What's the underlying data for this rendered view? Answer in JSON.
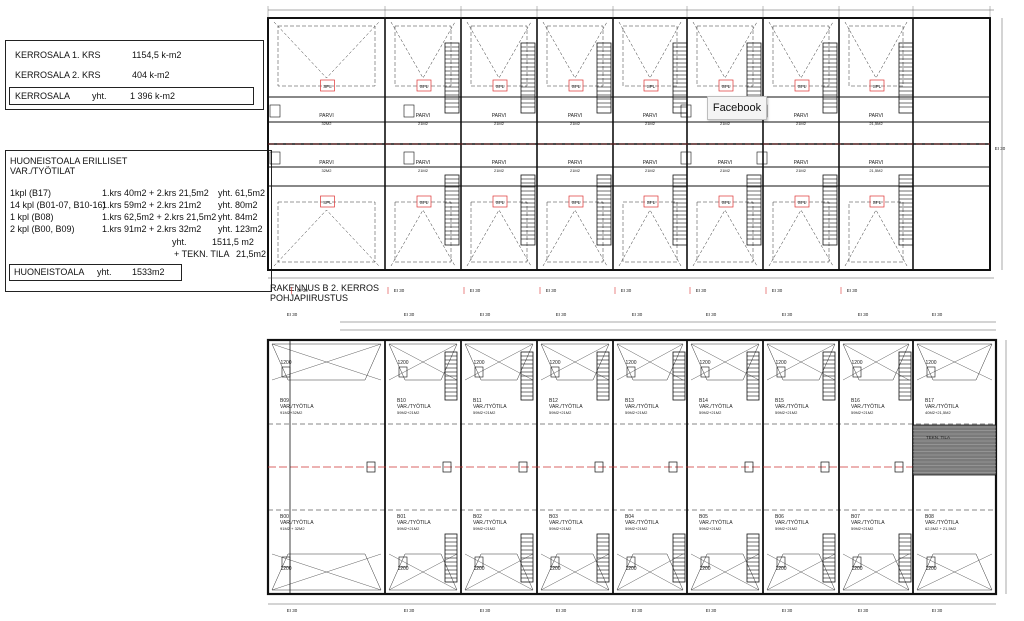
{
  "area_table": {
    "rows": [
      {
        "label": "KERROSALA 1. KRS",
        "value": "1154,5 k-m2"
      },
      {
        "label": "KERROSALA 2. KRS",
        "value": "404 k-m2"
      },
      {
        "label": "KERROSALA",
        "sub": "yht.",
        "value": "1 396 k-m2"
      }
    ]
  },
  "room_table": {
    "heading_1": "HUONEISTOALA  ERILLISET",
    "heading_2": "VAR./TYÖTILAT",
    "rows": [
      {
        "count": "1kpl  (B17)",
        "area": "1.krs  40m2 + 2.krs 21,5m2",
        "total": "yht.  61,5m2"
      },
      {
        "count": "14 kpl (B01-07, B10-16)",
        "area": "1.krs  59m2 + 2.krs 21m2",
        "total": "yht.  80m2"
      },
      {
        "count": "1 kpl  (B08)",
        "area": "1.krs  62,5m2 + 2.krs 21,5m2",
        "total": "yht.  84m2"
      },
      {
        "count": "2 kpl (B00, B09)",
        "area": "1.krs  91m2 + 2.krs 32m2",
        "total": "yht.  123m2"
      }
    ],
    "sum_label": "yht.",
    "sum_value": "1511,5 m2",
    "tech_label": "+   TEKN. TILA",
    "tech_value": "21,5m2",
    "total_label": "HUONEISTOALA",
    "total_sub": "yht.",
    "total_value": "1533m2"
  },
  "plan_title": {
    "line1": "RAKENNUS B  2. KERROS",
    "line2": "POHJAPIIRUSTUS"
  },
  "popup": {
    "label": "Facebook"
  },
  "upper_plan": {
    "parvi_label": "PARVI",
    "spl_label": "SPL",
    "top_units": [
      {
        "area": "32M2"
      },
      {
        "area": "21M2"
      },
      {
        "area": "21M2"
      },
      {
        "area": "21M2"
      },
      {
        "area": "21M2"
      },
      {
        "area": "21M2"
      },
      {
        "area": "21M2"
      },
      {
        "area": "21,5M2"
      }
    ],
    "bottom_units": [
      {
        "area": "32M2"
      },
      {
        "area": "21M2"
      },
      {
        "area": "21M2"
      },
      {
        "area": "21M2"
      },
      {
        "area": "21M2"
      },
      {
        "area": "21M2"
      },
      {
        "area": "21M2"
      },
      {
        "area": "21,5M2"
      }
    ],
    "ei_label": "EI 30"
  },
  "lower_plan": {
    "type_label": "VAR./TYÖTILA",
    "door_label": "1200",
    "top_units": [
      {
        "id": "B09",
        "area": "91M2+32M2"
      },
      {
        "id": "B10",
        "area": "59M2+21M2"
      },
      {
        "id": "B11",
        "area": "59M2+21M2"
      },
      {
        "id": "B12",
        "area": "59M2+21M2"
      },
      {
        "id": "B13",
        "area": "59M2+21M2"
      },
      {
        "id": "B14",
        "area": "59M2+21M2"
      },
      {
        "id": "B15",
        "area": "59M2+21M2"
      },
      {
        "id": "B16",
        "area": "59M2+21M2"
      },
      {
        "id": "B17",
        "area": "40M2+21,5M2"
      }
    ],
    "bottom_units": [
      {
        "id": "B00",
        "area": "91M2 + 32M2"
      },
      {
        "id": "B01",
        "area": "59M2+21M2"
      },
      {
        "id": "B02",
        "area": "59M2+21M2"
      },
      {
        "id": "B03",
        "area": "59M2+21M2"
      },
      {
        "id": "B04",
        "area": "59M2+21M2"
      },
      {
        "id": "B05",
        "area": "59M2+21M2"
      },
      {
        "id": "B06",
        "area": "59M2+21M2"
      },
      {
        "id": "B07",
        "area": "59M2+21M2"
      },
      {
        "id": "B08",
        "area": "62,5M2 + 21,5M2"
      }
    ],
    "tech_room": "TEKN. TILA",
    "ei_label": "EI 30"
  }
}
